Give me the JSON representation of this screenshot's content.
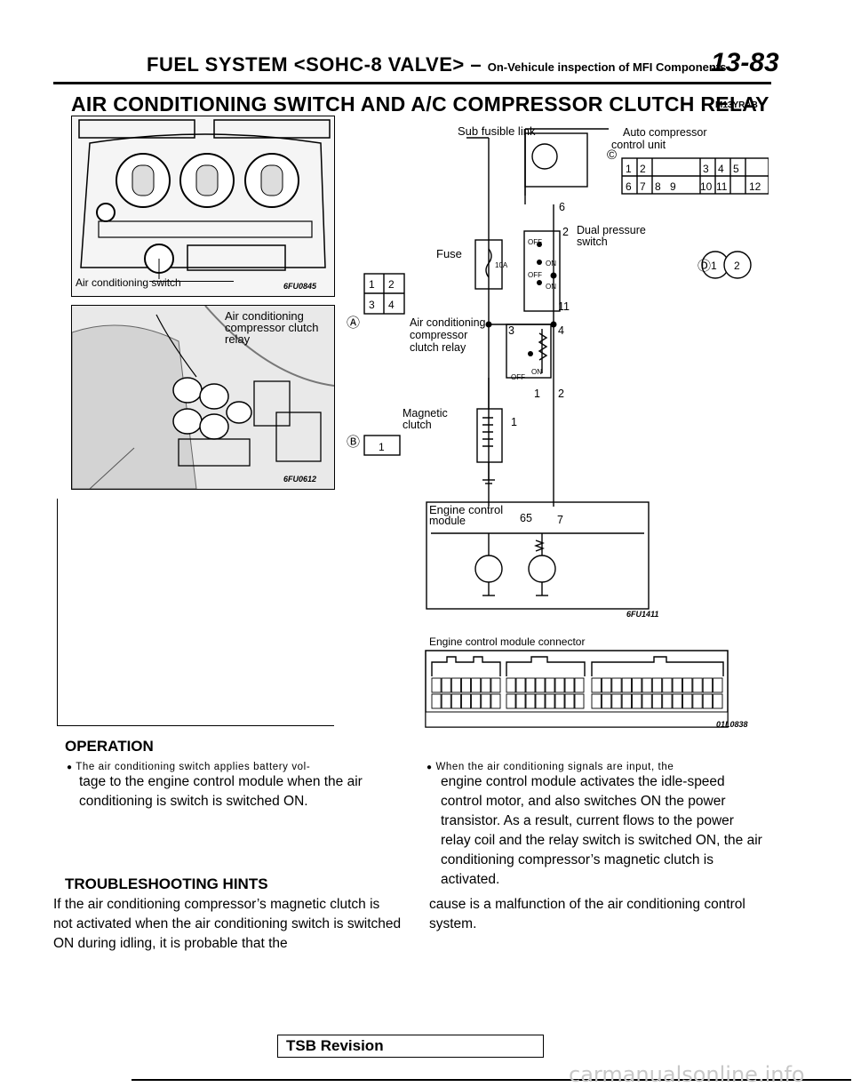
{
  "header": {
    "title": "FUEL SYSTEM <SOHC-8 VALVE> –",
    "subtitle": "On-Vehicule inspection of MFI Components",
    "page": "13-83"
  },
  "section": {
    "title": "AIR CONDITIONING SWITCH AND A/C COMPRESSOR CLUTCH RELAY",
    "code": "M13YRAB"
  },
  "photo1": {
    "label": "Air conditioning switch",
    "code": "6FU0845"
  },
  "photo2": {
    "label": "Air conditioning\ncompressor clutch\nrelay",
    "code": "6FU0612"
  },
  "diagram": {
    "sub_fusible_link": "Sub fusible link",
    "auto_comp": "Auto compressor",
    "control_unit": "control unit",
    "marker_c": "©",
    "marker_a": "Ⓐ",
    "marker_b": "Ⓑ",
    "marker_d": "Ⓓ",
    "fuse": "Fuse",
    "fuse_rating": "10A",
    "dual_pressure": "Dual pressure",
    "switch": "switch",
    "relay_l1": "Air conditioning",
    "relay_l2": "compressor",
    "relay_l3": "clutch relay",
    "magnetic": "Magnetic",
    "clutch": "clutch",
    "ecm": "Engine control",
    "ecm2": "module",
    "pin_6": "6",
    "pin_2": "2",
    "pin_11": "11",
    "pin_3": "3",
    "pin_4": "4",
    "pin_1": "1",
    "pin_2b": "2",
    "pin_1b": "1",
    "pin_65": "65",
    "pin_7": "7",
    "off": "OFF",
    "on": "ON",
    "code": "6FU1411",
    "connector_title": "Engine control module connector",
    "connector_code": "01L0838"
  },
  "operation": {
    "heading": "OPERATION",
    "b1_first": "The air conditioning switch applies battery vol-",
    "b1_rest": "tage to the engine control module when the air conditioning is switch is switched ON.",
    "b2_first": "When the air conditioning signals are input, the",
    "b2_rest": "engine control module activates the idle-speed control motor, and also switches ON the power transistor. As a result, current flows to the power relay coil and the relay switch is switched ON, the air conditioning compressor’s magnetic clutch is activated."
  },
  "troubleshooting": {
    "heading": "TROUBLESHOOTING HINTS",
    "left": "If the air conditioning compressor’s magnetic clutch is not activated when the air conditioning switch is switched ON during idling, it is probable that the",
    "right": "cause is a malfunction of the air conditioning control system."
  },
  "footer": {
    "tsb": "TSB Revision",
    "watermark": "carmanualsonline.info"
  }
}
